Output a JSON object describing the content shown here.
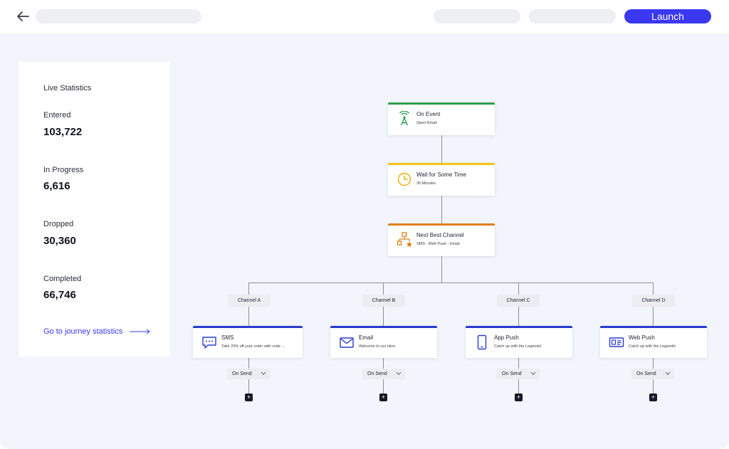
{
  "header": {
    "launch_label": "Launch"
  },
  "stats": {
    "heading": "Live Statistics",
    "items": [
      {
        "label": "Entered",
        "value": "103,722"
      },
      {
        "label": "In Progress",
        "value": "6,616"
      },
      {
        "label": "Dropped",
        "value": "30,360"
      },
      {
        "label": "Completed",
        "value": "66,746"
      }
    ],
    "link_label": "Go to journey statistics"
  },
  "flow": {
    "event": {
      "title": "On Event",
      "sub": "Open Email",
      "icon": "antenna-icon",
      "color": "#2e9e4f"
    },
    "wait": {
      "title": "Wait for Some Time",
      "sub": "30 Minutes",
      "icon": "clock-icon",
      "color": "#f2c418"
    },
    "best_channel": {
      "title": "Next Best Channel",
      "sub": "SMS - Web Push - Email",
      "icon": "hierarchy-star-icon",
      "color": "#e0801c"
    }
  },
  "channels": [
    {
      "tag": "Channel A",
      "title": "SMS",
      "sub": "Take 20% off your order with code ...",
      "icon": "chat-bubble-icon",
      "on_send": "On Send"
    },
    {
      "tag": "Channel B",
      "title": "Email",
      "sub": "Welcome to our Hive.",
      "icon": "envelope-icon",
      "on_send": "On Send"
    },
    {
      "tag": "Channel C",
      "title": "App Push",
      "sub": "Catch up with the Legends!",
      "icon": "mobile-phone-icon",
      "on_send": "On Send"
    },
    {
      "tag": "Channel D",
      "title": "Web Push",
      "sub": "Catch up with the Legends!",
      "icon": "browser-card-icon",
      "on_send": "On Send"
    }
  ],
  "colors": {
    "accent": "#3a38f0",
    "channel_bar": "#2b3bd0",
    "canvas_bg": "#f2f5fc"
  }
}
